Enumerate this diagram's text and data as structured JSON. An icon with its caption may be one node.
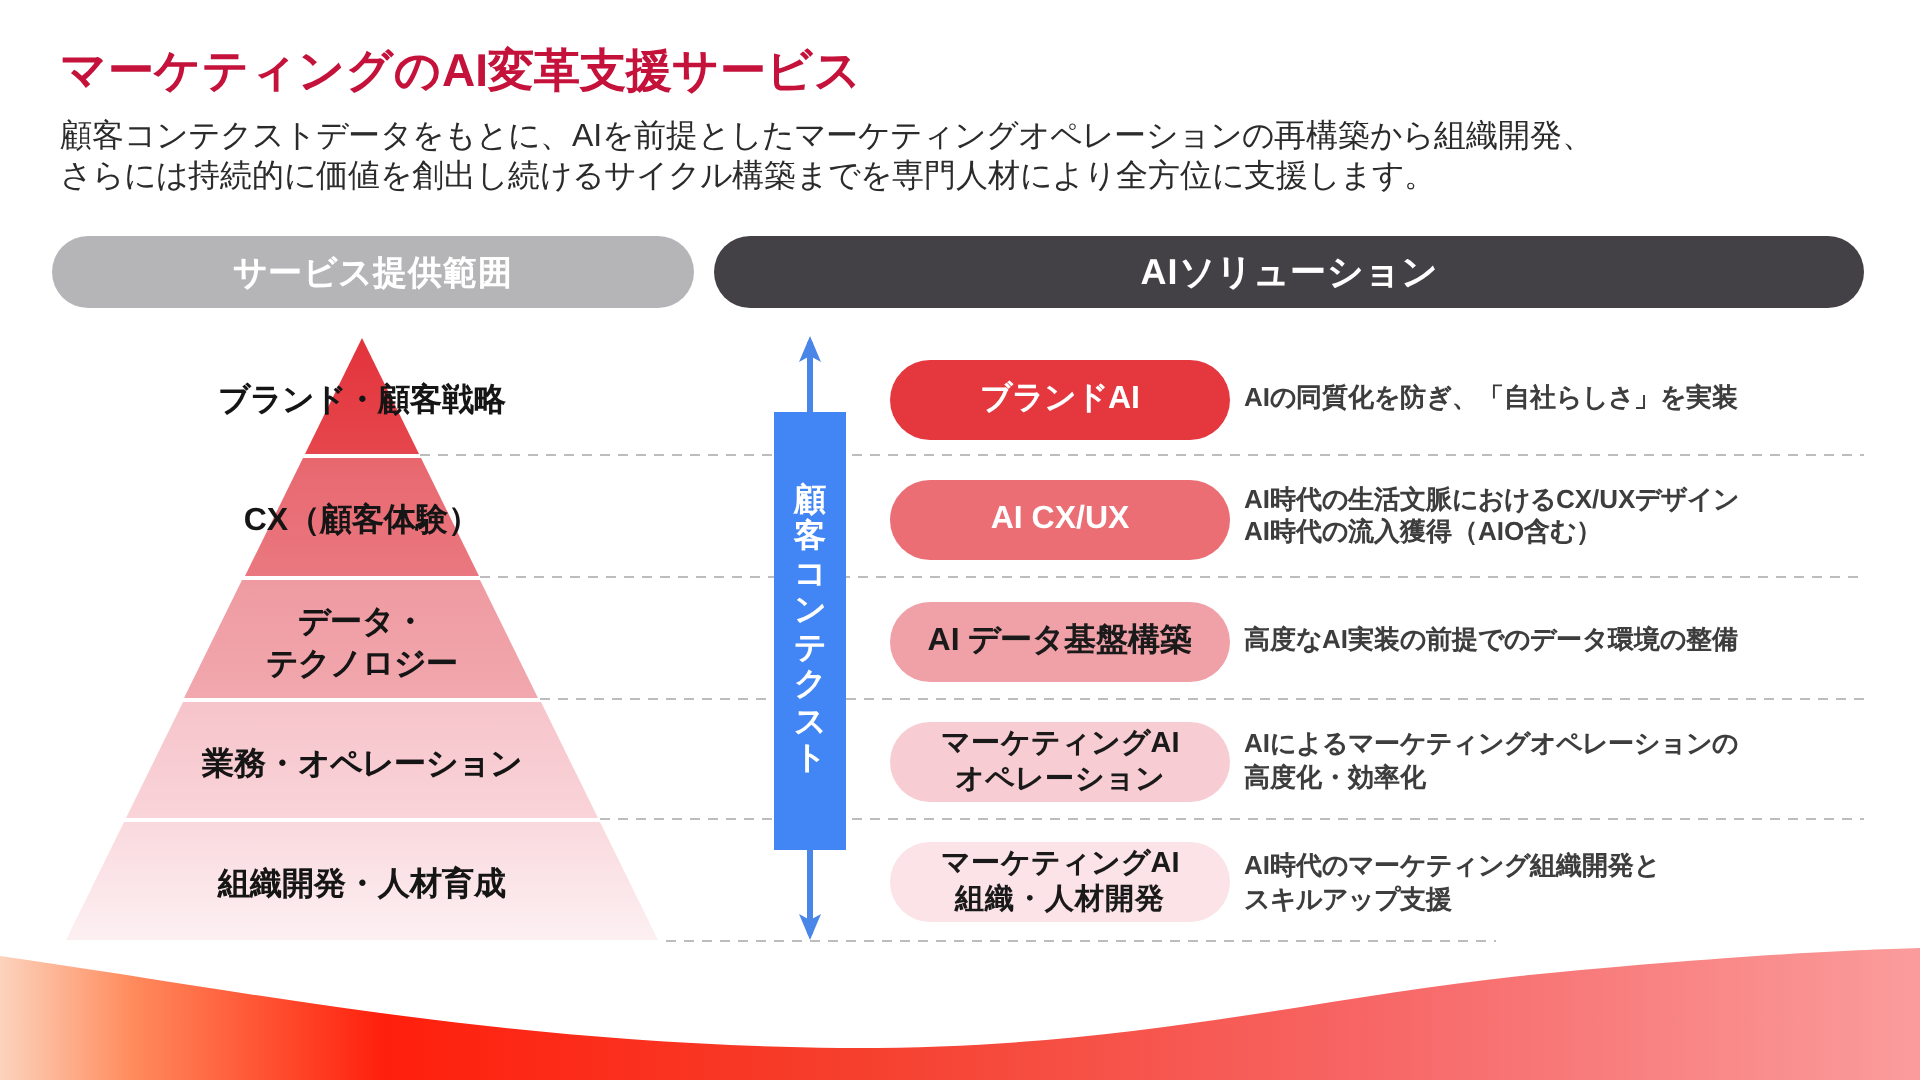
{
  "diagram": {
    "title": "マーケティングのAI変革支援サービス",
    "nodes": [
      {
        "text": [
          "サービス提供範囲"
        ]
      },
      {
        "text": [
          "AIソリューション"
        ]
      },
      {
        "text": [
          "ブランド・顧客戦略"
        ]
      },
      {
        "text": [
          "CX（顧客体験）"
        ]
      },
      {
        "text": [
          "データ・テクノロジー"
        ]
      },
      {
        "text": [
          "業務・オペレーション"
        ]
      },
      {
        "text": [
          "組織開発・人材育成"
        ]
      },
      {
        "text": [
          "顧客コンテクスト"
        ]
      },
      {
        "text": [
          "ブランドAI"
        ],
        "beside": [
          "AIの同質化を防ぎ、「自社らしさ」を実装"
        ]
      },
      {
        "text": [
          "AI CX/UX"
        ],
        "beside": [
          "AI時代の生活文脈におけるCX/UXデザイン",
          "AI時代の流入獲得（AIO含む）"
        ]
      },
      {
        "text": [
          "AI データ基盤構築"
        ],
        "beside": [
          "高度なAI実装の前提でのデータ環境の整備"
        ]
      },
      {
        "text": [
          "マーケティングAIオペレーション"
        ],
        "beside": [
          "AIによるマーケティングオペレーションの高度化・効率化"
        ]
      },
      {
        "text": [
          "マーケティングAI組織・人材開発"
        ],
        "beside": [
          "AI時代のマーケティング組織開発とスキルアップ支援"
        ]
      },
      {
        "text": [],
        "shape": "wave"
      }
    ],
    "labels": [
      "顧客コンテクストデータをもとに、AIを前提としたマーケティングオペレーションの再構築から組織開発、さらには持続的に価値を創出し続けるサイクル構築までを専門人材により全方位に支援します。"
    ]
  }
}
